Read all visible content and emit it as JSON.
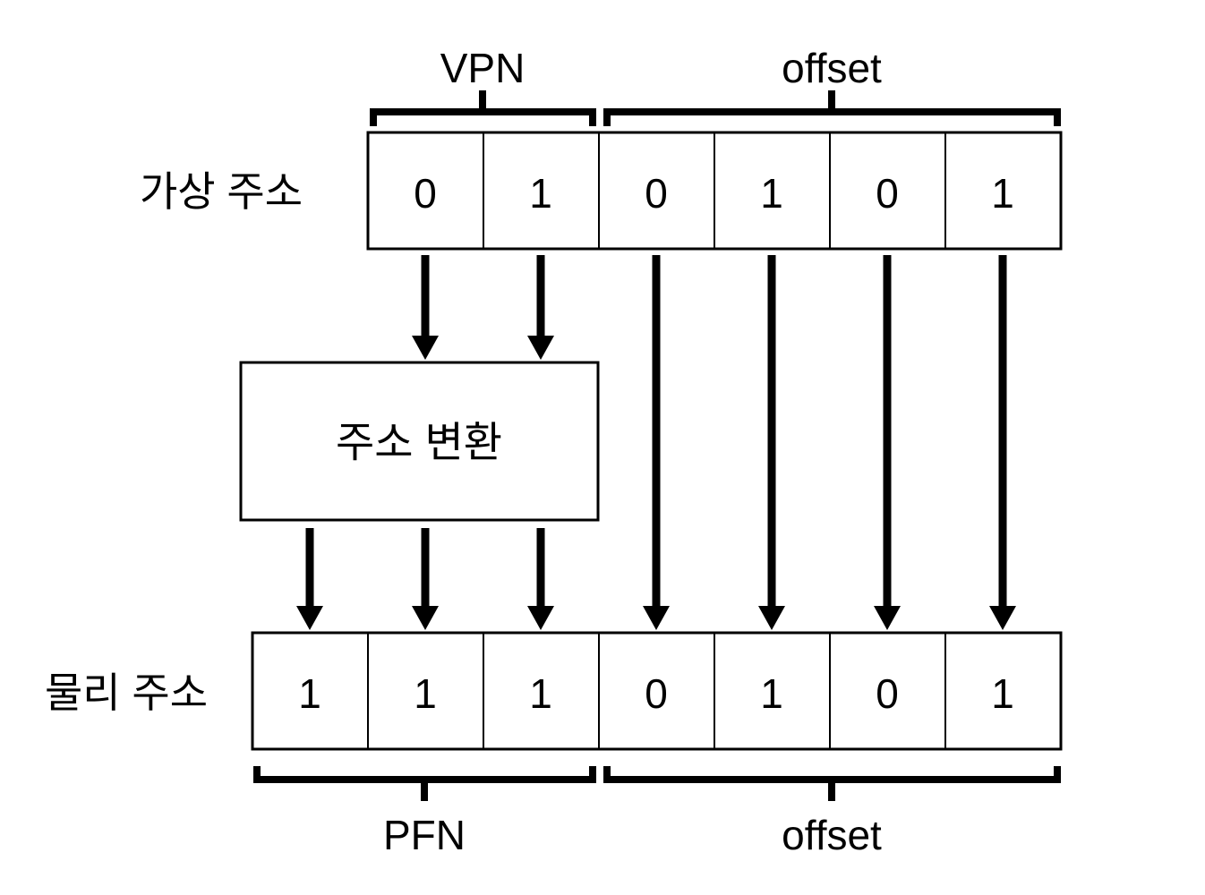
{
  "diagram_title": "virtual-to-physical-address-translation",
  "colors": {
    "line": "#000000",
    "background": "#ffffff"
  },
  "virtual_address": {
    "row_label": "가상 주소",
    "bits": [
      "0",
      "1",
      "0",
      "1",
      "0",
      "1"
    ],
    "fields": {
      "vpn_label": "VPN",
      "offset_label": "offset"
    }
  },
  "translation_box": {
    "label": "주소 변환"
  },
  "physical_address": {
    "row_label": "물리 주소",
    "bits": [
      "1",
      "1",
      "1",
      "0",
      "1",
      "0",
      "1"
    ],
    "fields": {
      "pfn_label": "PFN",
      "offset_label": "offset"
    }
  }
}
